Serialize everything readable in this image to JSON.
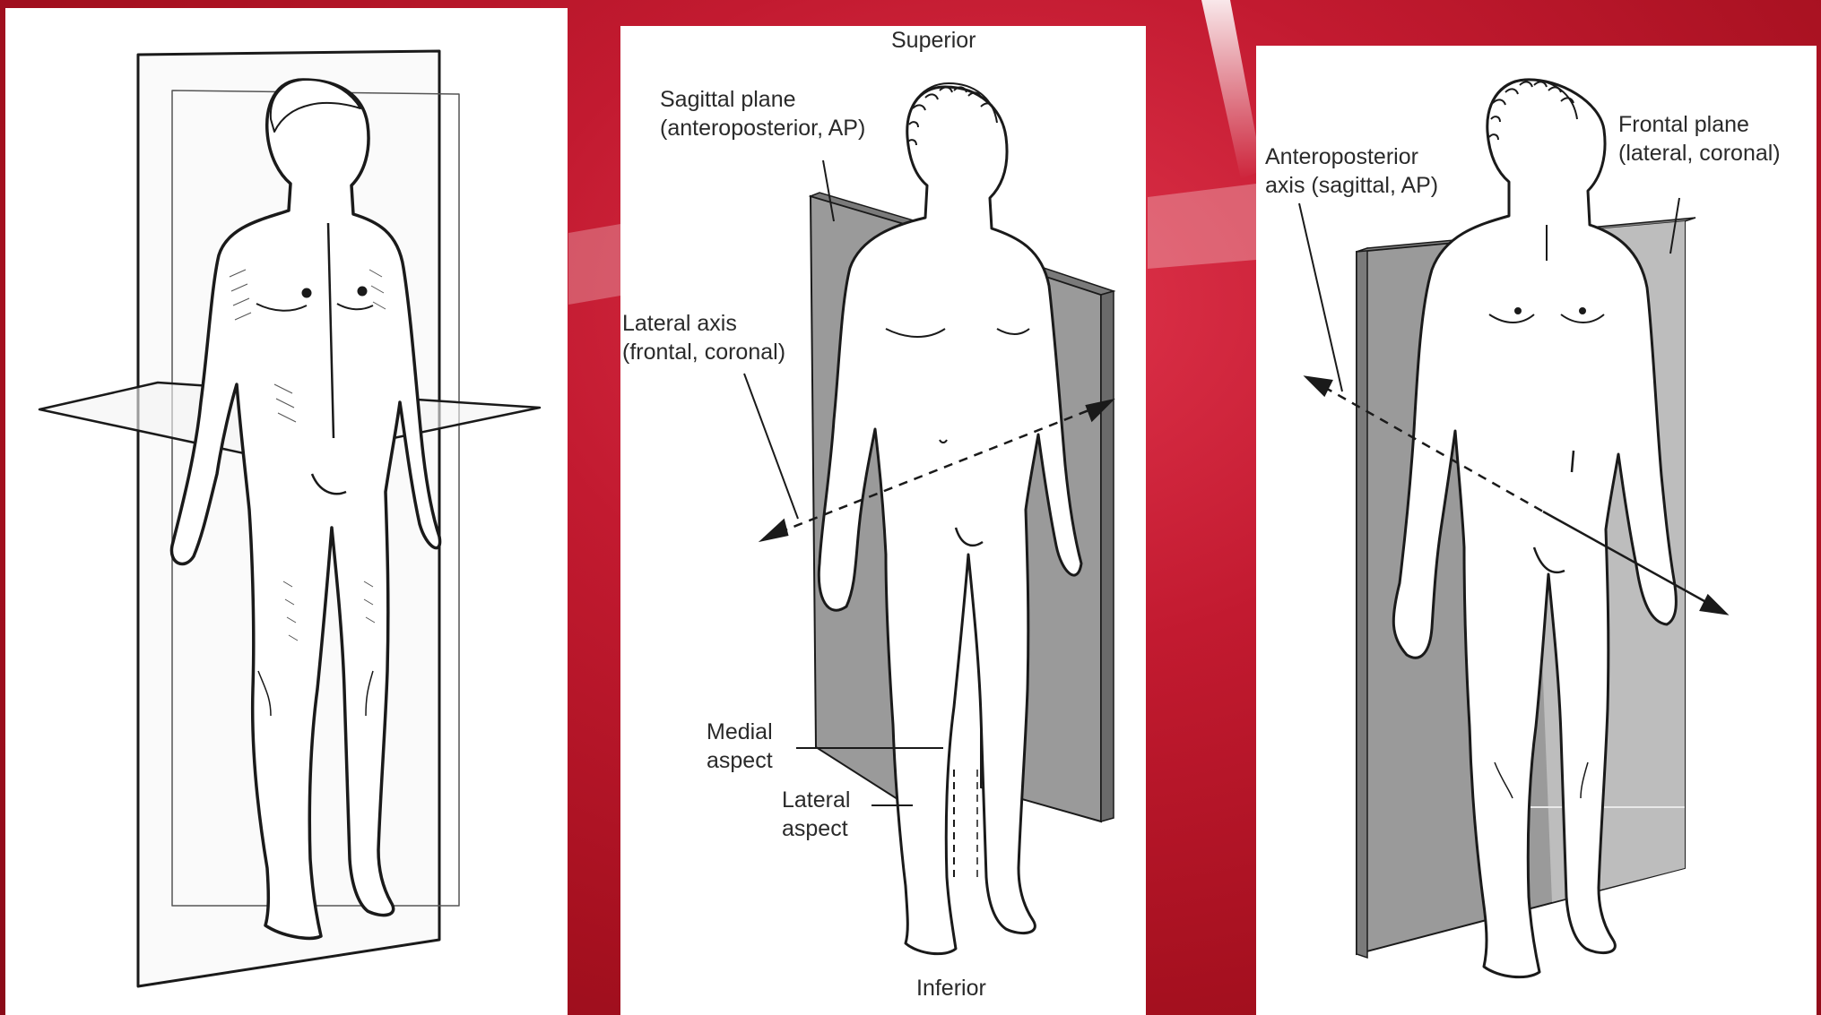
{
  "panels": {
    "planes_overview": {},
    "sagittal": {
      "top": "Superior",
      "bottom": "Inferior",
      "plane_label": [
        "Sagittal plane",
        "(anteroposterior, AP)"
      ],
      "axis_label": [
        "Lateral axis",
        "(frontal, coronal)"
      ],
      "medial_label": [
        "Medial",
        "aspect"
      ],
      "lateral_label": [
        "Lateral",
        "aspect"
      ]
    },
    "frontal": {
      "axis_label": [
        "Anteroposterior",
        "axis (sagittal, AP)"
      ],
      "plane_label": [
        "Frontal plane",
        "(lateral, coronal)"
      ]
    }
  },
  "colors": {
    "background": "#c21a30",
    "plane_fill": "#9a9a9a",
    "line": "#1a1a1a"
  }
}
